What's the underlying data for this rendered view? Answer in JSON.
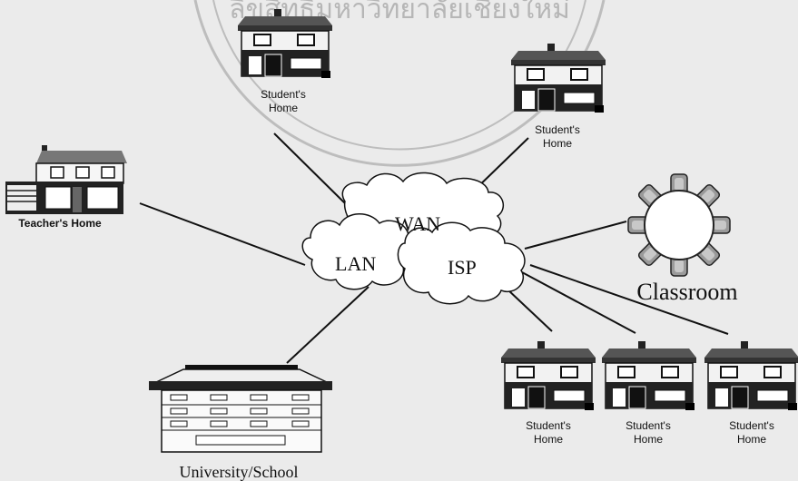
{
  "watermark": "ลิขสิทธิ์มหาวิทยาลัยเชียงใหม่",
  "clouds": {
    "wan": "WAN",
    "lan": "LAN",
    "isp": "ISP"
  },
  "nodes": {
    "student_home_top": "Student's Home",
    "student_home_right": "Student's Home",
    "teacher_home": "Teacher's Home",
    "classroom": "Classroom",
    "university": "University/School",
    "student_home_bottom_1": "Student's Home",
    "student_home_bottom_2": "Student's Home",
    "student_home_bottom_3": "Student's Home"
  },
  "icons": {
    "house": "house-icon",
    "classroom": "round-table-icon",
    "building": "school-building-icon",
    "cloud": "cloud-icon"
  }
}
